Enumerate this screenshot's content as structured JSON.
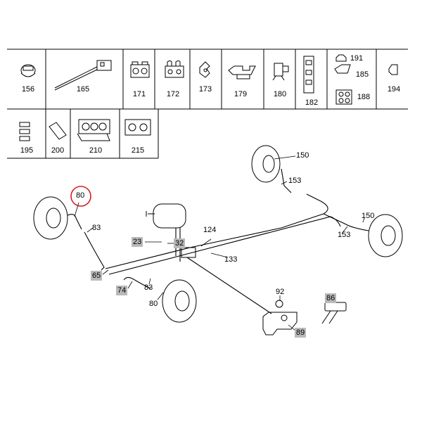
{
  "parts_table": {
    "row1": [
      {
        "number": "156"
      },
      {
        "number": "165"
      },
      {
        "number": "171"
      },
      {
        "number": "172"
      },
      {
        "number": "173"
      },
      {
        "number": "179"
      },
      {
        "number": "180"
      },
      {
        "number": "182"
      },
      {
        "numbers": [
          "191",
          "185",
          "188"
        ]
      },
      {
        "number": "194"
      }
    ],
    "row2": [
      {
        "number": "195"
      },
      {
        "number": "200"
      },
      {
        "number": "210"
      },
      {
        "number": "215"
      }
    ]
  },
  "diagram": {
    "highlighted_part": "80",
    "callouts": {
      "c150_top": "150",
      "c153_top": "153",
      "c150_right": "150",
      "c153_right": "153",
      "c80_top": "80",
      "c83_left": "83",
      "c124": "124",
      "c23": "23",
      "c32": "32",
      "c133": "133",
      "c65": "65",
      "c74": "74",
      "c83_bottom": "83",
      "c80_bottom": "80",
      "c92": "92",
      "c86": "86",
      "c89": "89"
    },
    "colors": {
      "highlight_circle": "#d32020",
      "label_box": "#b9b9b9",
      "line": "#000000"
    }
  }
}
